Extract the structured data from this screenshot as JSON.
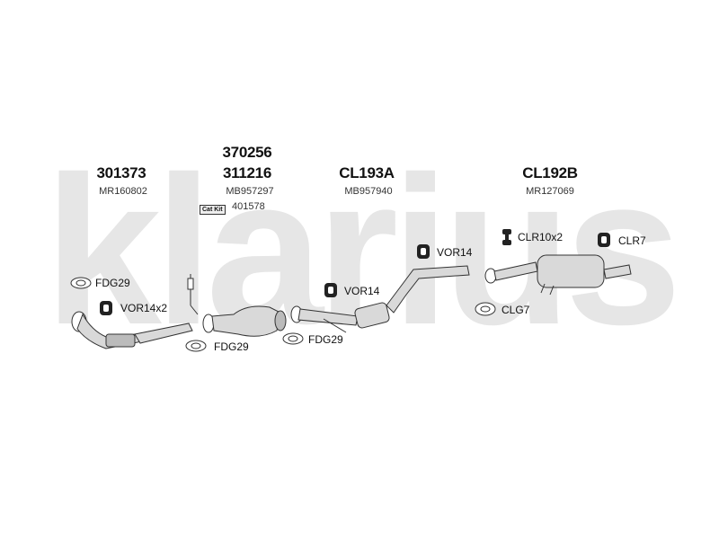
{
  "brand": {
    "watermark": "klarius",
    "watermark_color": "#e6e6e6"
  },
  "part_groups": [
    {
      "numbers": [
        "301373"
      ],
      "oe_ref": "MR160802"
    },
    {
      "numbers": [
        "370256",
        "311216"
      ],
      "oe_ref": "MB957297",
      "cat_kit_label": "Cat Kit",
      "cat_kit_number": "401578"
    },
    {
      "numbers": [
        "CL193A"
      ],
      "oe_ref": "MB957940"
    },
    {
      "numbers": [
        "CL192B"
      ],
      "oe_ref": "MR127069"
    }
  ],
  "fittings": {
    "fdg29_a": "FDG29",
    "vor14x2": "VOR14x2",
    "fdg29_b": "FDG29",
    "fdg29_c": "FDG29",
    "vor14_a": "VOR14",
    "vor14_b": "VOR14",
    "clr10x2": "CLR10x2",
    "clr7": "CLR7",
    "clg7": "CLG7"
  },
  "colors": {
    "line": "#333333",
    "part_fill": "#d9d9d9",
    "rubber": "#222222"
  }
}
